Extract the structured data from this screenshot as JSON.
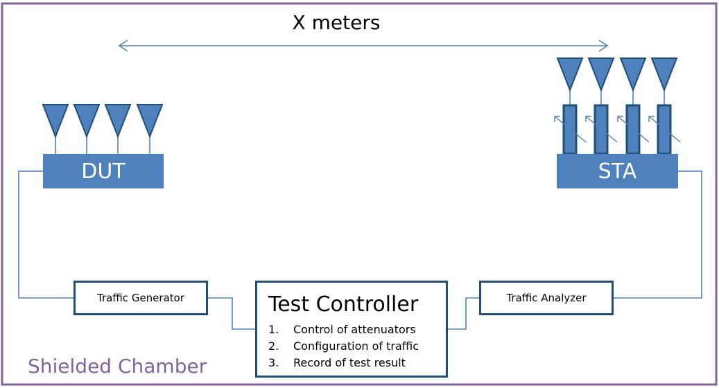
{
  "distance_label": "X meters",
  "chamber_label": "Shielded Chamber",
  "dut": {
    "label": "DUT"
  },
  "sta": {
    "label": "STA"
  },
  "traffic_generator": {
    "label": "Traffic Generator"
  },
  "traffic_analyzer": {
    "label": "Traffic Analyzer"
  },
  "test_controller": {
    "title": "Test Controller",
    "items": [
      {
        "num": "1.",
        "text": "Control of attenuators"
      },
      {
        "num": "2.",
        "text": "Configuration of traffic"
      },
      {
        "num": "3.",
        "text": "Record of test result"
      }
    ]
  },
  "colors": {
    "chamber_border": "#8064a2",
    "device_fill": "#4f81bd",
    "box_border": "#1f4e79",
    "line": "#4f81bd"
  },
  "icons": [
    "antenna-icon",
    "attenuator-icon",
    "double-arrow-icon"
  ]
}
